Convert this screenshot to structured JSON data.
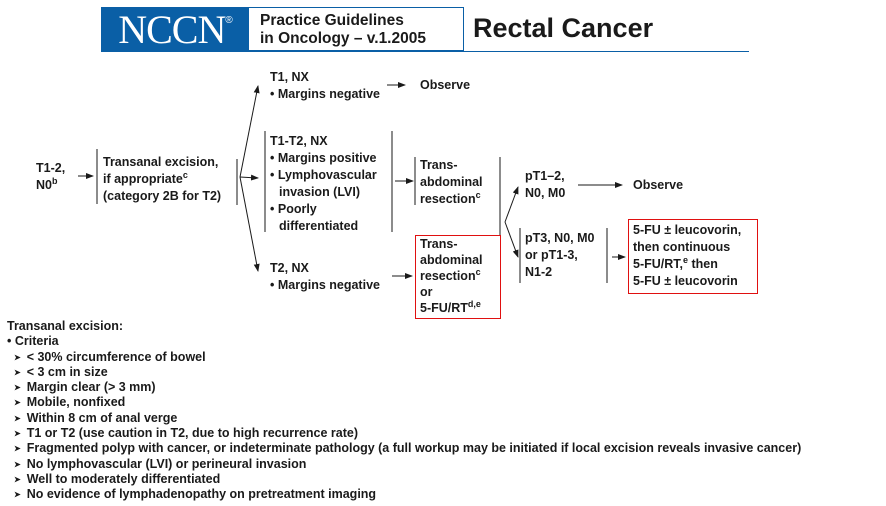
{
  "header": {
    "logo": "NCCN",
    "logo_mark": "®",
    "guideline_line1": "Practice Guidelines",
    "guideline_line2": "in Oncology – v.1.2005",
    "title": "Rectal Cancer",
    "brand_color": "#0a5fa6"
  },
  "diagram": {
    "start": {
      "line1": "T1-2,",
      "line2": "N0",
      "sup": "b"
    },
    "excision": {
      "line1": "Transanal excision,",
      "line2": "if appropriate",
      "sup": "c",
      "line3": "(category 2B for T2)"
    },
    "branch_top": {
      "title": "T1, NX",
      "bullet": "Margins negative",
      "result": "Observe"
    },
    "branch_mid": {
      "title": "T1-T2, NX",
      "bullets": [
        "Margins positive",
        "Lymphovascular",
        "invasion (LVI)",
        "Poorly",
        "differentiated"
      ],
      "result": {
        "line1": "Trans-",
        "line2": "abdominal",
        "line3": "resection",
        "sup": "c"
      }
    },
    "branch_bot": {
      "title": "T2, NX",
      "bullet": "Margins negative",
      "result": {
        "line1": "Trans-",
        "line2": "abdominal",
        "line3": "resection",
        "sup": "c",
        "line4": "or",
        "line5": "5-FU/RT",
        "sup2": "d,e"
      }
    },
    "path_a": {
      "line1": "pT1–2,",
      "line2": "N0, M0",
      "result": "Observe"
    },
    "path_b": {
      "line1": "pT3, N0, M0",
      "line2": "or pT1-3,",
      "line3": "N1-2",
      "result": {
        "line1": "5-FU ± leucovorin,",
        "line2": "then continuous",
        "line3": "5-FU/RT,",
        "sup": "e",
        "line3b": " then",
        "line4": "5-FU ± leucovorin"
      }
    },
    "highlight_color": "#e01010"
  },
  "criteria": {
    "heading": "Transanal excision:",
    "bullet": "Criteria",
    "items": [
      "< 30% circumference of bowel",
      "< 3 cm in size",
      "Margin clear (> 3 mm)",
      "Mobile, nonfixed",
      "Within 8 cm of anal verge",
      "T1 or T2 (use caution in T2, due to high recurrence rate)",
      "Fragmented polyp with cancer, or indeterminate pathology (a full workup may be initiated if local excision reveals invasive cancer)",
      "No lymphovascular (LVI) or perineural invasion",
      "Well to moderately differentiated",
      "No evidence of lymphadenopathy on pretreatment imaging"
    ]
  }
}
